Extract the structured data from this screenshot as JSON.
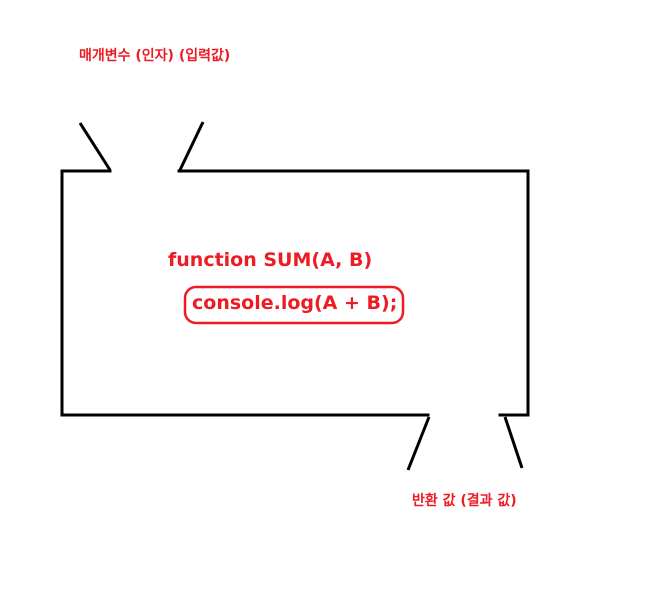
{
  "labels": {
    "parameters": "매개변수 (인자) (입력값)",
    "return_value": "반환 값 (결과 값)"
  },
  "code": {
    "function_signature": "function SUM(A, B)",
    "body_statement": "console.log(A + B);"
  },
  "colors": {
    "stroke": "#000000",
    "accent": "#ed1c24",
    "background": "#ffffff"
  }
}
